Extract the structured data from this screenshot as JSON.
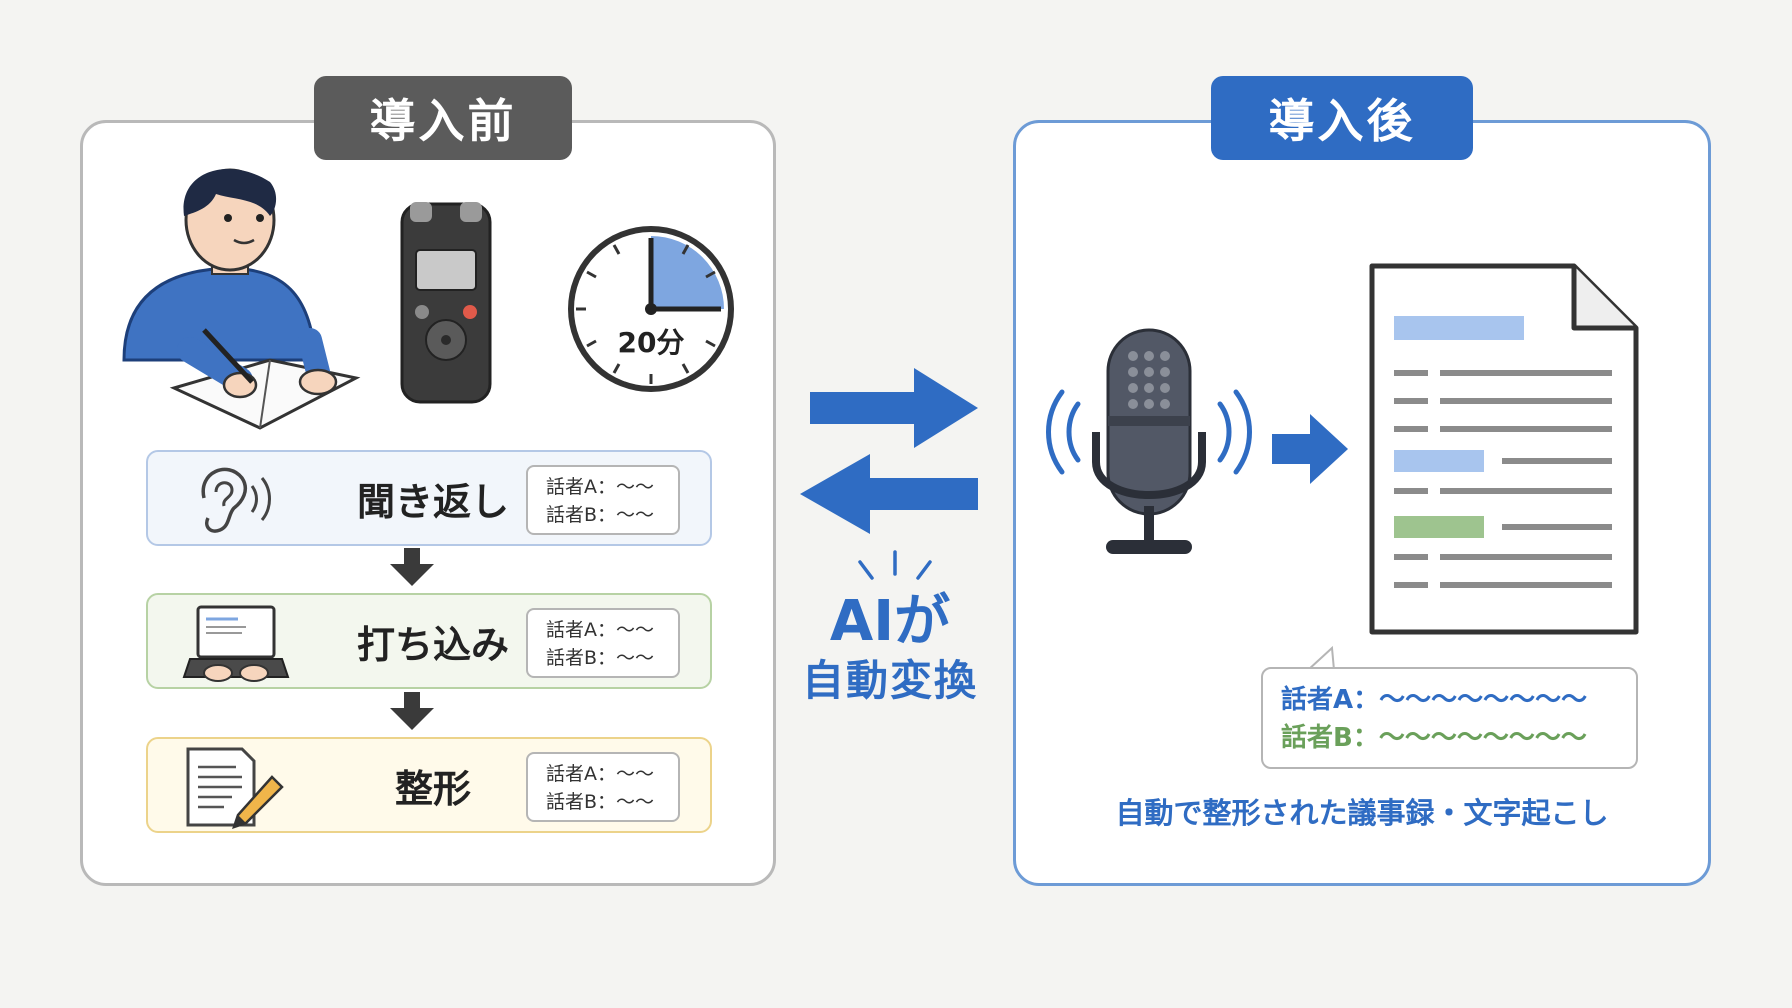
{
  "before": {
    "tab_label": "導入前",
    "timer_label": "20分",
    "steps": [
      {
        "label": "聞き返し",
        "bubble_line1": "話者A：〜〜",
        "bubble_line2": "話者B：〜〜"
      },
      {
        "label": "打ち込み",
        "bubble_line1": "話者A：〜〜",
        "bubble_line2": "話者B：〜〜"
      },
      {
        "label": "整形",
        "bubble_line1": "話者A：〜〜",
        "bubble_line2": "話者B：〜〜"
      }
    ]
  },
  "center": {
    "caption_line1": "AIが",
    "caption_line2": "自動変換"
  },
  "after": {
    "tab_label": "導入後",
    "result_line1": "話者A：〜〜〜〜〜〜〜〜",
    "result_line2": "話者B：〜〜〜〜〜〜〜〜",
    "caption": "自動で整形された議事録・文字起こし"
  },
  "colors": {
    "accent_blue": "#2f6cc3",
    "before_gray": "#5b5b5b",
    "speaker_b_green": "#6aa05a"
  }
}
